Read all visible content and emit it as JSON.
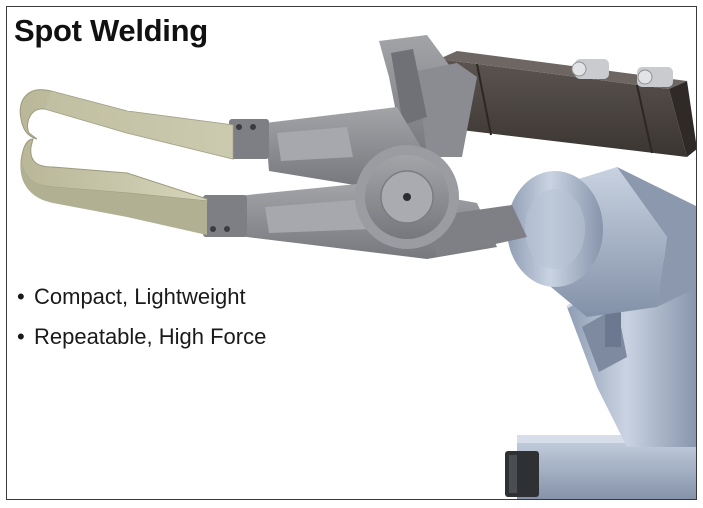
{
  "slide": {
    "title": "Spot Welding",
    "bullets": [
      "Compact, Lightweight",
      "Repeatable, High Force"
    ],
    "bullet_glyph": "•"
  },
  "illustration": {
    "subject": "robot-spot-welding-gun-illustration",
    "colors": {
      "robot_body": "#a9b6c8",
      "gun_frame": "#8d8f94",
      "actuator": "#4a4440",
      "electrode_arms": "#c9c7aa",
      "motor": "#2e3033"
    }
  }
}
